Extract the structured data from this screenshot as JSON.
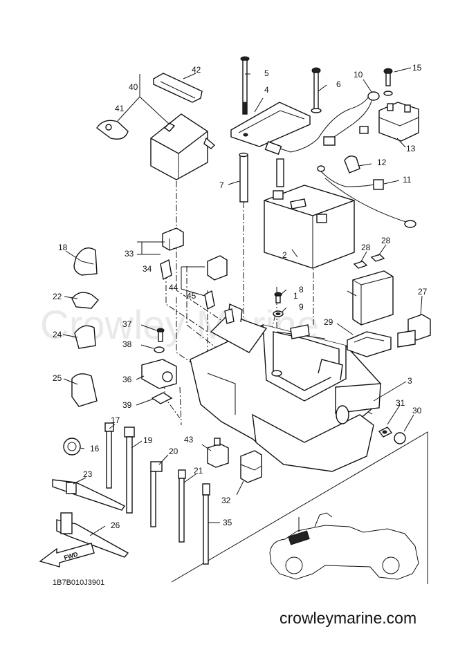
{
  "watermark": "Crowley Marine",
  "diagram_code": "1B7B010J3901",
  "website": "crowleymarine.com",
  "fwd_label": "FWD",
  "callouts": [
    "1",
    "2",
    "3",
    "4",
    "5",
    "6",
    "7",
    "8",
    "9",
    "10",
    "11",
    "12",
    "13",
    "15",
    "16",
    "17",
    "18",
    "19",
    "20",
    "21",
    "22",
    "23",
    "24",
    "25",
    "26",
    "27",
    "28",
    "29",
    "30",
    "31",
    "32",
    "33",
    "34",
    "35",
    "36",
    "37",
    "38",
    "39",
    "40",
    "41",
    "42",
    "43",
    "44",
    "45"
  ]
}
